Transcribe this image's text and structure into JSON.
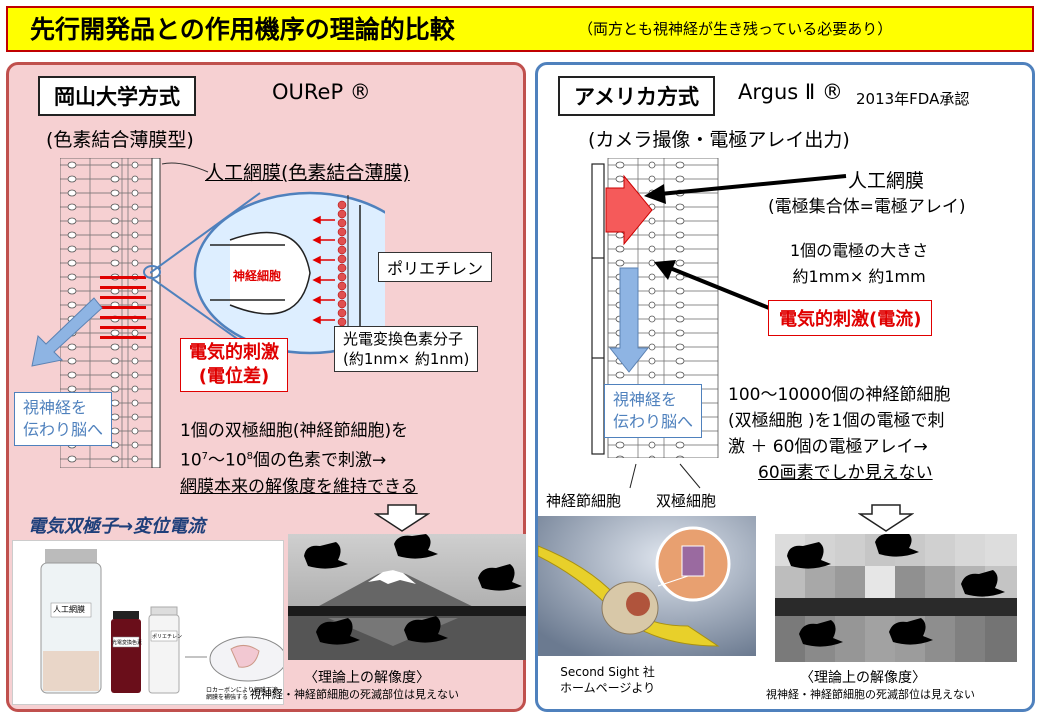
{
  "title": {
    "main": "先行開発品との作用機序の理論的比較",
    "sub": "（両方とも視神経が生き残っている必要あり）"
  },
  "left": {
    "method": "岡山大学方式",
    "product": "OUReP ®",
    "type": "(色素結合薄膜型)",
    "artificial_retina": "人工網膜(色素結合薄膜)",
    "neuron": "神経細胞",
    "polyethylene": "ポリエチレン",
    "dye_line1": "光電変換色素分子",
    "dye_line2": "(約1nm× 約1nm)",
    "stim_line1": "電気的刺激",
    "stim_line2": "(電位差)",
    "optic_line1": "視神経を",
    "optic_line2": "伝わり脳へ",
    "desc_line1": "1個の双極細胞(神経節細胞)を",
    "desc_line2_a": "10",
    "desc_line2_sup1": "7",
    "desc_line2_b": "〜10",
    "desc_line2_sup2": "8",
    "desc_line2_c": "個の色素で刺激→",
    "desc_line3": "網膜本来の解像度を維持できる",
    "dipole": "電気双極子→変位電流",
    "vial_label1": "人工網膜",
    "vial_label2": "光電変換色素",
    "vial_label3": "ポリエチレン",
    "dish_caption1": "ロカーボンにより網膜下適",
    "dish_caption2": "網膜を補強する",
    "resolution": "〈理論上の解像度〉",
    "note": "視神経・神経節細胞の死滅部位は見えない"
  },
  "right": {
    "method": "アメリカ方式",
    "product": "Argus Ⅱ ®",
    "approval": "2013年FDA承認",
    "type": "(カメラ撮像・電極アレイ出力)",
    "artificial_retina_line1": "人工網膜",
    "artificial_retina_line2": "(電極集合体=電極アレイ)",
    "size_line1": "1個の電極の大きさ",
    "size_line2": "約1mm× 約1mm",
    "stim": "電気的刺激(電流)",
    "optic_line1": "視神経を",
    "optic_line2": "伝わり脳へ",
    "desc_line1": "100〜10000個の神経節細胞",
    "desc_line2": "(双極細胞 )を1個の電極で刺",
    "desc_line3": "激 ＋ 60個の電極アレイ→",
    "desc_line4": "60画素でしか見えない",
    "ganglion": "神経節細胞",
    "bipolar": "双極細胞",
    "source_line1": "Second Sight 社",
    "source_line2": "ホームページより",
    "resolution": "〈理論上の解像度〉",
    "note": "視神経・神経節細胞の死滅部位は見えない"
  },
  "colors": {
    "title_bg": "#ffff00",
    "title_border": "#c00000",
    "left_bg": "#f6d0d2",
    "left_border": "#c0504d",
    "right_border": "#4f81bd",
    "stim_red": "#e00000",
    "arrow_blue": "#8eb4e3"
  }
}
